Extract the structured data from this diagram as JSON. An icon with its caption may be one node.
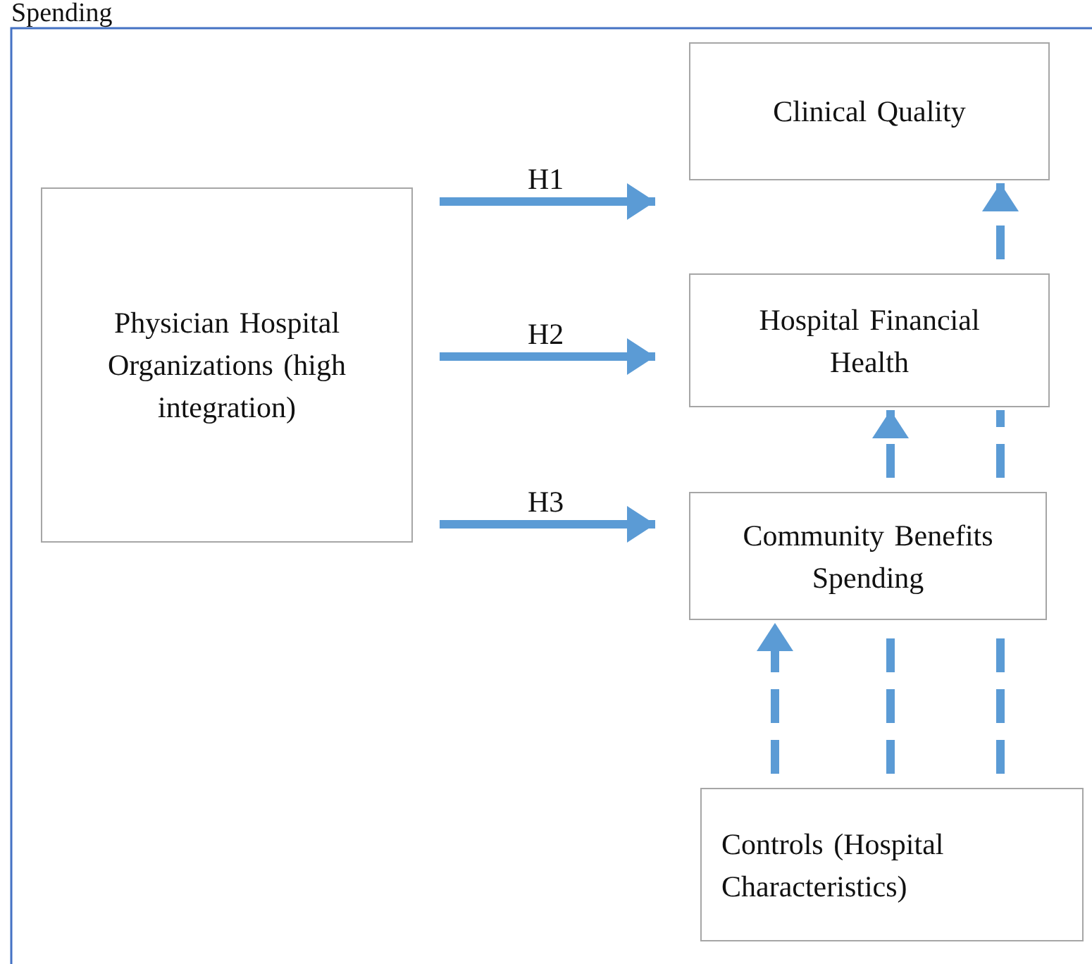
{
  "diagram": {
    "nodes": [
      {
        "text": [
          "Physician Hospital Organizations (high integration)"
        ]
      },
      {
        "text": [
          "Clinical Quality"
        ]
      },
      {
        "text": [
          "Hospital Financial Health"
        ]
      },
      {
        "text": [
          "Community Benefits Spending"
        ]
      },
      {
        "text": [
          "Controls (Hospital Characteristics)"
        ]
      }
    ],
    "edges": [
      {
        "from": 0,
        "to": 1,
        "arrow": "to",
        "label": "H1"
      },
      {
        "from": 0,
        "to": 2,
        "arrow": "to",
        "label": "H2"
      },
      {
        "from": 0,
        "to": 3,
        "arrow": "to",
        "label": "H3"
      },
      {
        "from": 4,
        "to": 3,
        "arrow": "to",
        "style": "dashed"
      },
      {
        "from": 4,
        "to": 3,
        "arrow": "none",
        "style": "dashed"
      },
      {
        "from": 3,
        "to": 2,
        "arrow": "to",
        "style": "dashed"
      },
      {
        "from": 4,
        "to": 3,
        "arrow": "none",
        "style": "dashed"
      },
      {
        "from": 3,
        "to": 2,
        "arrow": "none",
        "style": "dashed"
      },
      {
        "from": 2,
        "to": 1,
        "arrow": "to",
        "style": "dashed"
      }
    ],
    "labels": [
      "Spending"
    ]
  }
}
